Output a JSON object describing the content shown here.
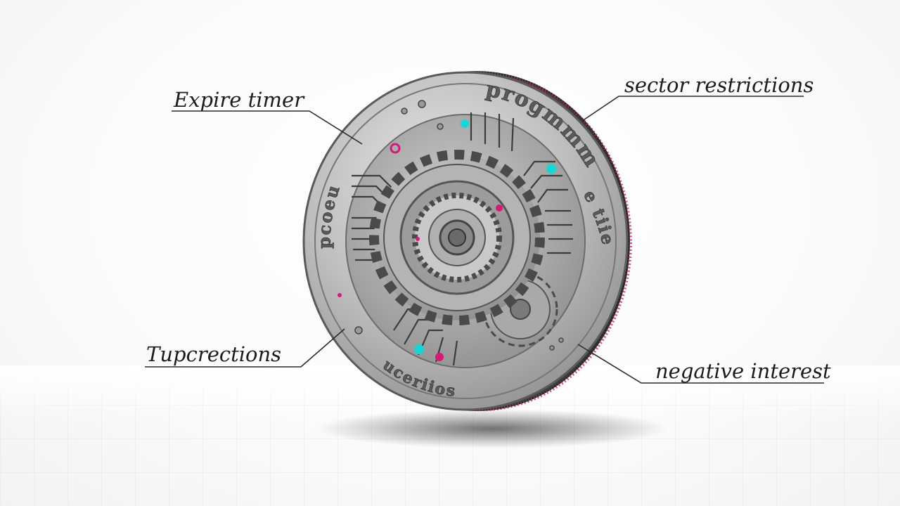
{
  "callouts": {
    "expire_timer": "Expire timer",
    "sector_restrictions": "sector restrictions",
    "tupcrections": "Tupcrections",
    "negative_interest": "negative interest"
  },
  "coin": {
    "top_inscription": "progmmmhe",
    "right_inscription": "e tiie",
    "left_inscription": "pcoeu",
    "bottom_inscription": "uceriios"
  },
  "colors": {
    "accent_cyan": "#19d6d6",
    "accent_magenta": "#d61a78"
  }
}
